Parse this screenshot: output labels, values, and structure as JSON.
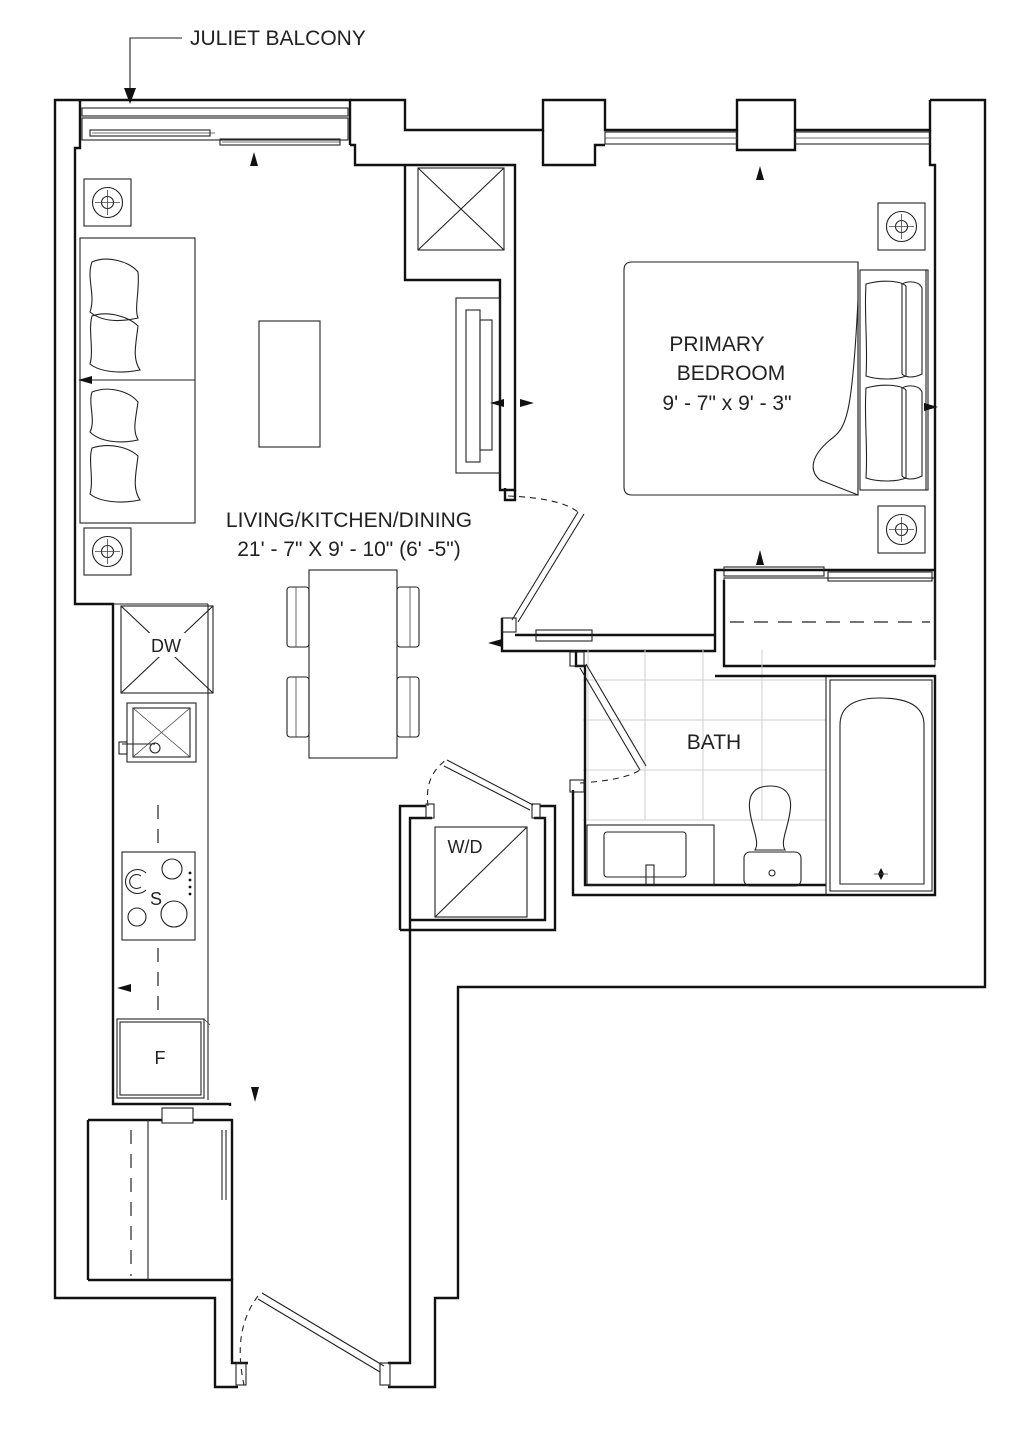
{
  "labels": {
    "balcony": "JULIET BALCONY",
    "bedroom_line1": "PRIMARY",
    "bedroom_line2": "BEDROOM",
    "bedroom_dims": "9' - 7\" x 9' - 3\"",
    "living_name": "LIVING/KITCHEN/DINING",
    "living_dims": "21' - 7\" X 9' - 10\" (6' -5\")",
    "bath": "BATH",
    "dishwasher": "DW",
    "washer_dryer": "W/D",
    "stove": "S",
    "fridge": "F"
  },
  "icons": {
    "lights": "ceiling-light-icon",
    "arrows": "wall-marker-icon"
  }
}
